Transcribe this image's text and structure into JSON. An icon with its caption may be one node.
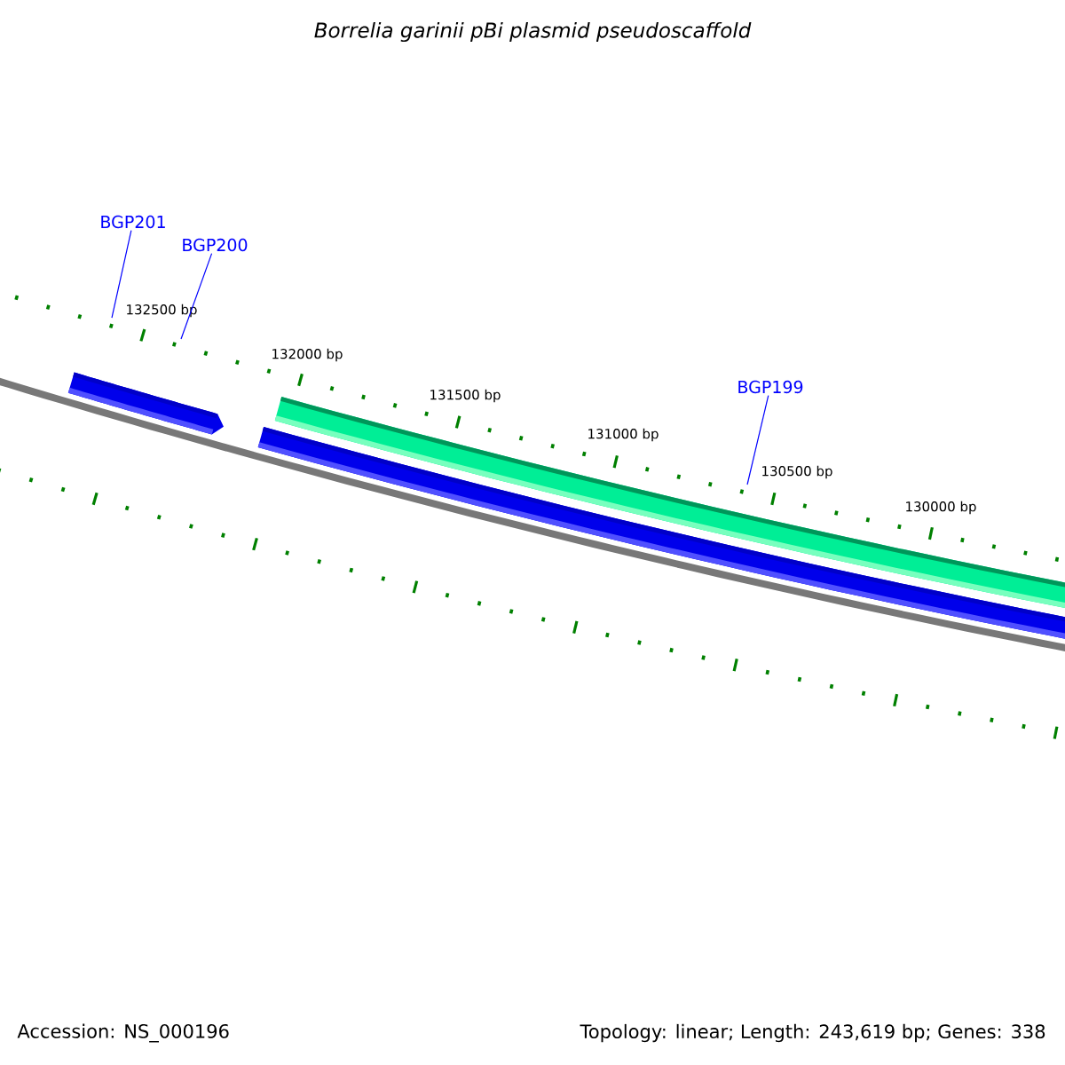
{
  "diagram": {
    "title": "Borrelia garinii pBi plasmid pseudoscaffold",
    "nodes": [
      {
        "text": [
          "BGP201"
        ]
      },
      {
        "text": [
          "BGP200"
        ]
      },
      {
        "text": [
          "BGP199"
        ]
      }
    ],
    "edges": [
      {
        "from": 0,
        "to": null,
        "arrow": "none"
      },
      {
        "from": 1,
        "to": null,
        "arrow": "none"
      },
      {
        "from": 2,
        "to": null,
        "arrow": "none"
      }
    ],
    "labels": [
      "132500 bp",
      "132000 bp",
      "131500 bp",
      "131000 bp",
      "130500 bp",
      "130000 bp",
      "Accession: NS_000196",
      "Topology: linear; Length: 243,619 bp; Genes: 338"
    ]
  }
}
